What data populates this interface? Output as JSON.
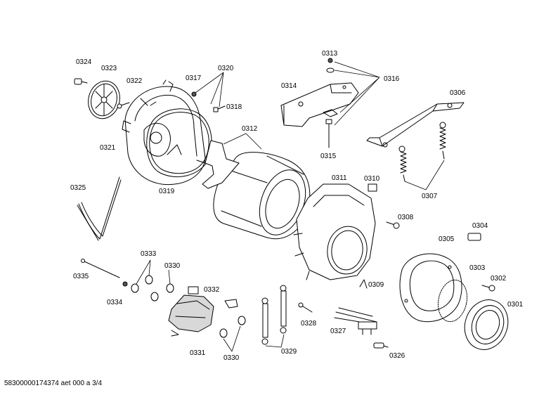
{
  "labels": {
    "p0301": "0301",
    "p0302": "0302",
    "p0303": "0303",
    "p0304": "0304",
    "p0305": "0305",
    "p0306": "0306",
    "p0307": "0307",
    "p0308": "0308",
    "p0309": "0309",
    "p0310": "0310",
    "p0311": "0311",
    "p0312": "0312",
    "p0313": "0313",
    "p0314": "0314",
    "p0315": "0315",
    "p0316": "0316",
    "p0317": "0317",
    "p0318": "0318",
    "p0319": "0319",
    "p0320": "0320",
    "p0321": "0321",
    "p0322": "0322",
    "p0323": "0323",
    "p0324": "0324",
    "p0325": "0325",
    "p0326": "0326",
    "p0327": "0327",
    "p0328": "0328",
    "p0329": "0329",
    "p0330a": "0330",
    "p0330b": "0330",
    "p0331": "0331",
    "p0332": "0332",
    "p0333": "0333",
    "p0334": "0334",
    "p0335": "0335"
  },
  "footer": {
    "text": "58300000174374 aet 000 a 3/4"
  }
}
